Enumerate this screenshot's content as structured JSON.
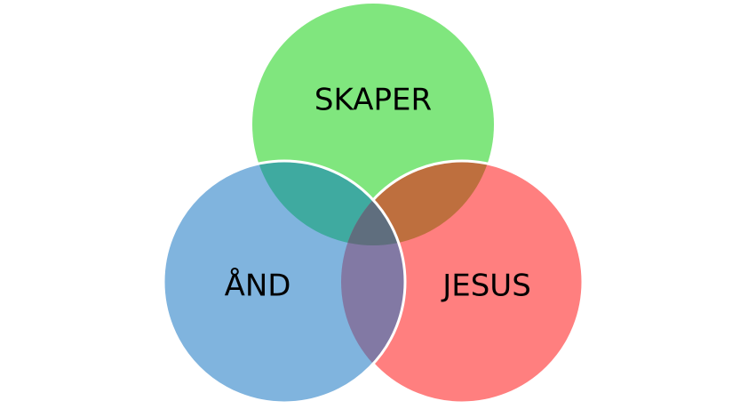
{
  "diagram": {
    "type": "venn",
    "sets": [
      {
        "id": "skaper",
        "label": "SKAPER",
        "color": "#80e67e"
      },
      {
        "id": "and",
        "label": "ÅND",
        "color": "#80b4de"
      },
      {
        "id": "jesus",
        "label": "JESUS",
        "color": "#ff7f7f"
      }
    ],
    "overlap_colors": {
      "skaper_and": "#3faaa0",
      "skaper_jesus": "#be6f3e",
      "and_jesus": "#8279a4",
      "all": "#5f6e7e"
    }
  }
}
